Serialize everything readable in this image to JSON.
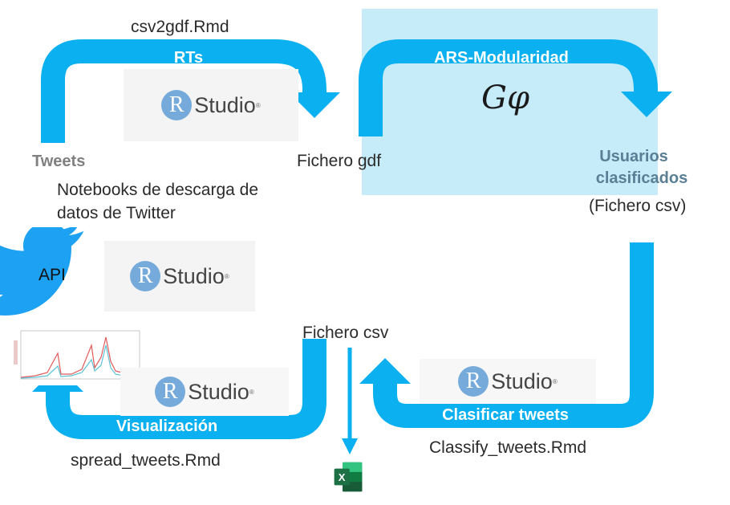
{
  "colors": {
    "arrow": "#0ab0ef",
    "panel": "#c6ebf9",
    "rstudio_blue": "#75aadb",
    "excel_green": "#1d7044"
  },
  "files": {
    "top_left": "csv2gdf.Rmd",
    "bottom_left": "spread_tweets.Rmd",
    "bottom_right": "Classify_tweets.Rmd"
  },
  "arrows": {
    "rts": "RTs",
    "ars": "ARS-Modularidad",
    "visualizacion": "Visualización",
    "clasificar": "Clasificar tweets"
  },
  "nodes": {
    "tweets": "Tweets",
    "notebooks": "Notebooks de descarga de",
    "notebooks_line2": "datos de Twitter",
    "fichero_gdf": "Fichero gdf",
    "usuarios_1": "Usuarios",
    "usuarios_2": "clasificados",
    "fichero_csv_paren": "(Fichero csv)",
    "fichero_csv": "Fichero csv",
    "api": "API"
  },
  "logos": {
    "rstudio_r": "R",
    "rstudio_word": "Studio",
    "rstudio_reg": "®",
    "gephi": "Gφ",
    "excel_letter": "X"
  },
  "icons": [
    "twitter-bird-icon",
    "excel-icon",
    "gephi-logo-icon",
    "rstudio-logo-icon"
  ]
}
